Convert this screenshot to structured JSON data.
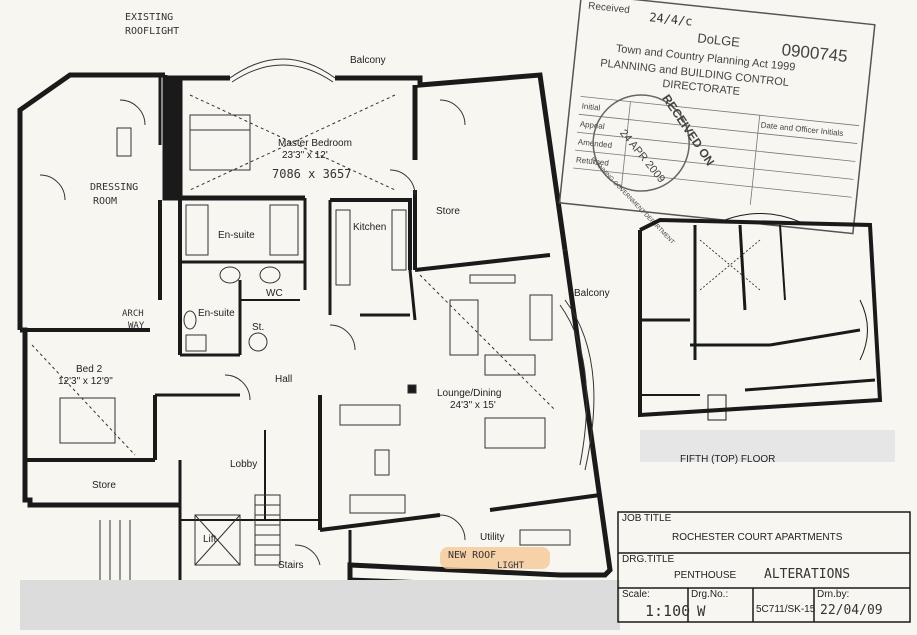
{
  "main_plan": {
    "rooms": {
      "balcony_top": "Balcony",
      "master_bedroom": "Master Bedroom",
      "master_bedroom_size": "23'3\" x 12'",
      "master_bedroom_metric": "7086 x 3657",
      "dressing_room_line1": "DRESSING",
      "dressing_room_line2": "ROOM",
      "existing_rooflight_line1": "EXISTING",
      "existing_rooflight_line2": "ROOFLIGHT",
      "store_upper": "Store",
      "kitchen": "Kitchen",
      "ensuite_1": "En-suite",
      "ensuite_2": "En-suite",
      "wc": "WC",
      "st": "St.",
      "arch_way_line1": "ARCH",
      "arch_way_line2": "WAY",
      "bed2": "Bed 2",
      "bed2_size": "12'3\" x 12'9\"",
      "hall": "Hall",
      "lobby": "Lobby",
      "store_lower": "Store",
      "lift": "Lift",
      "stairs": "Stairs",
      "balcony_right": "Balcony",
      "lounge": "Lounge/Dining",
      "lounge_size": "24'3\" x 15'",
      "utility": "Utility",
      "new_roof_light_line1": "NEW ROOF",
      "new_roof_light_line2": "LIGHT"
    }
  },
  "key_plan": {
    "caption": "FIFTH (TOP) FLOOR"
  },
  "stamp": {
    "received_label": "Received",
    "received_date": "24/4/c",
    "dolge": "DoLGE",
    "ref_number": "0900745",
    "act": "Town and Country Planning Act 1999",
    "directorate_line1": "PLANNING and BUILDING CONTROL",
    "directorate_line2": "DIRECTORATE",
    "received_on": "RECEIVED ON",
    "received_on_date": "24 APR 2009",
    "table_header": "Date and Officer Initials",
    "row_initial": "Initial",
    "row_appeal": "Appeal",
    "row_amended": "Amended",
    "row_returned": "Returned",
    "ring_text": "PLANNING GOVERNMENT DEPARTMENT"
  },
  "title_block": {
    "job_title_label": "JOB TITLE",
    "job_title": "ROCHESTER COURT APARTMENTS",
    "drg_title_label": "DRG.TITLE",
    "drg_title_printed": "PENTHOUSE",
    "drg_title_handwritten": "ALTERATIONS",
    "scale_label": "Scale:",
    "scale_value": "1:100",
    "drg_no_label": "Drg.No.:",
    "drg_no_handwritten": "W",
    "drg_no_value": "5C711/SK-15",
    "drn_by_label": "Drn.by:",
    "drn_by_value": "22/04/09"
  },
  "colors": {
    "ink": "#1a1a1a",
    "paper": "#f7f6f1",
    "highlight": "#f6c896",
    "stamp_ink": "#555555"
  }
}
